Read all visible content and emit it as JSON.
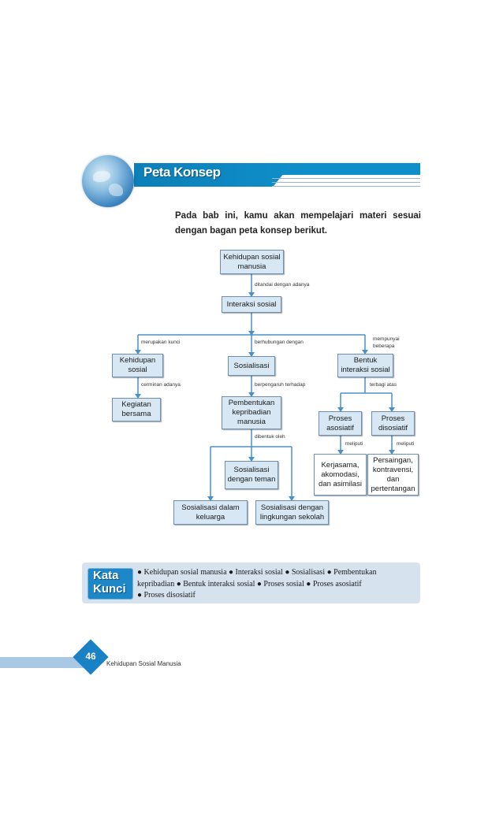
{
  "header": {
    "title": "Peta Konsep"
  },
  "intro": "Pada bab ini, kamu akan mempelajari materi sesuai dengan bagan peta konsep berikut.",
  "concept_map": {
    "nodes": {
      "kehidupan_sosial_manusia": "Kehidupan sosial manusia",
      "interaksi_sosial": "Interaksi sosial",
      "kehidupan_sosial": "Kehidupan sosial",
      "sosialisasi": "Sosialisasi",
      "bentuk_interaksi": "Bentuk interaksi sosial",
      "kegiatan_bersama": "Kegiatan bersama",
      "pembentukan_kepribadian": "Pembentukan kepribadian manusia",
      "proses_asosiatif": "Proses asosiatif",
      "proses_disosiatif": "Proses disosiatif",
      "kerjasama": "Kerjasama, akomodasi, dan asimilasi",
      "persaingan": "Persaingan, kontravensi, dan pertentangan",
      "sosialisasi_teman": "Sosialisasi dengan teman",
      "sosialisasi_keluarga": "Sosialisasi dalam keluarga",
      "sosialisasi_sekolah": "Sosialisasi dengan lingkungan sekolah"
    },
    "labels": {
      "ditandai": "ditandai dengan adanya",
      "merupakan_kunci": "merupakan kunci",
      "berhubungan": "berhubungan dengan",
      "mempunyai": "mempunyai beberapa",
      "cerminan": "cerminan adanya",
      "berpengaruh": "berpengaruh terhadap",
      "terbagi": "terbagi atas",
      "dibentuk": "dibentuk oleh",
      "meliputi_1": "meliputi",
      "meliputi_2": "meliputi"
    }
  },
  "kata_kunci": {
    "badge_line1": "Kata",
    "badge_line2": "Kunci",
    "items_line1": "● Kehidupan sosial manusia  ● Interaksi sosial  ● Sosialisasi  ● Pembentukan",
    "items_line2": "kepribadian  ● Bentuk interaksi sosial  ● Proses sosial  ● Proses asosiatif",
    "items_line3": "● Proses disosiatif"
  },
  "footer": {
    "page_number": "46",
    "book_title": "Kehidupan Sosial Manusia"
  },
  "colors": {
    "accent": "#0f8fca",
    "box_fill": "#d7e7f3",
    "box_border": "#6a8fb0",
    "line": "#4a90c8"
  }
}
